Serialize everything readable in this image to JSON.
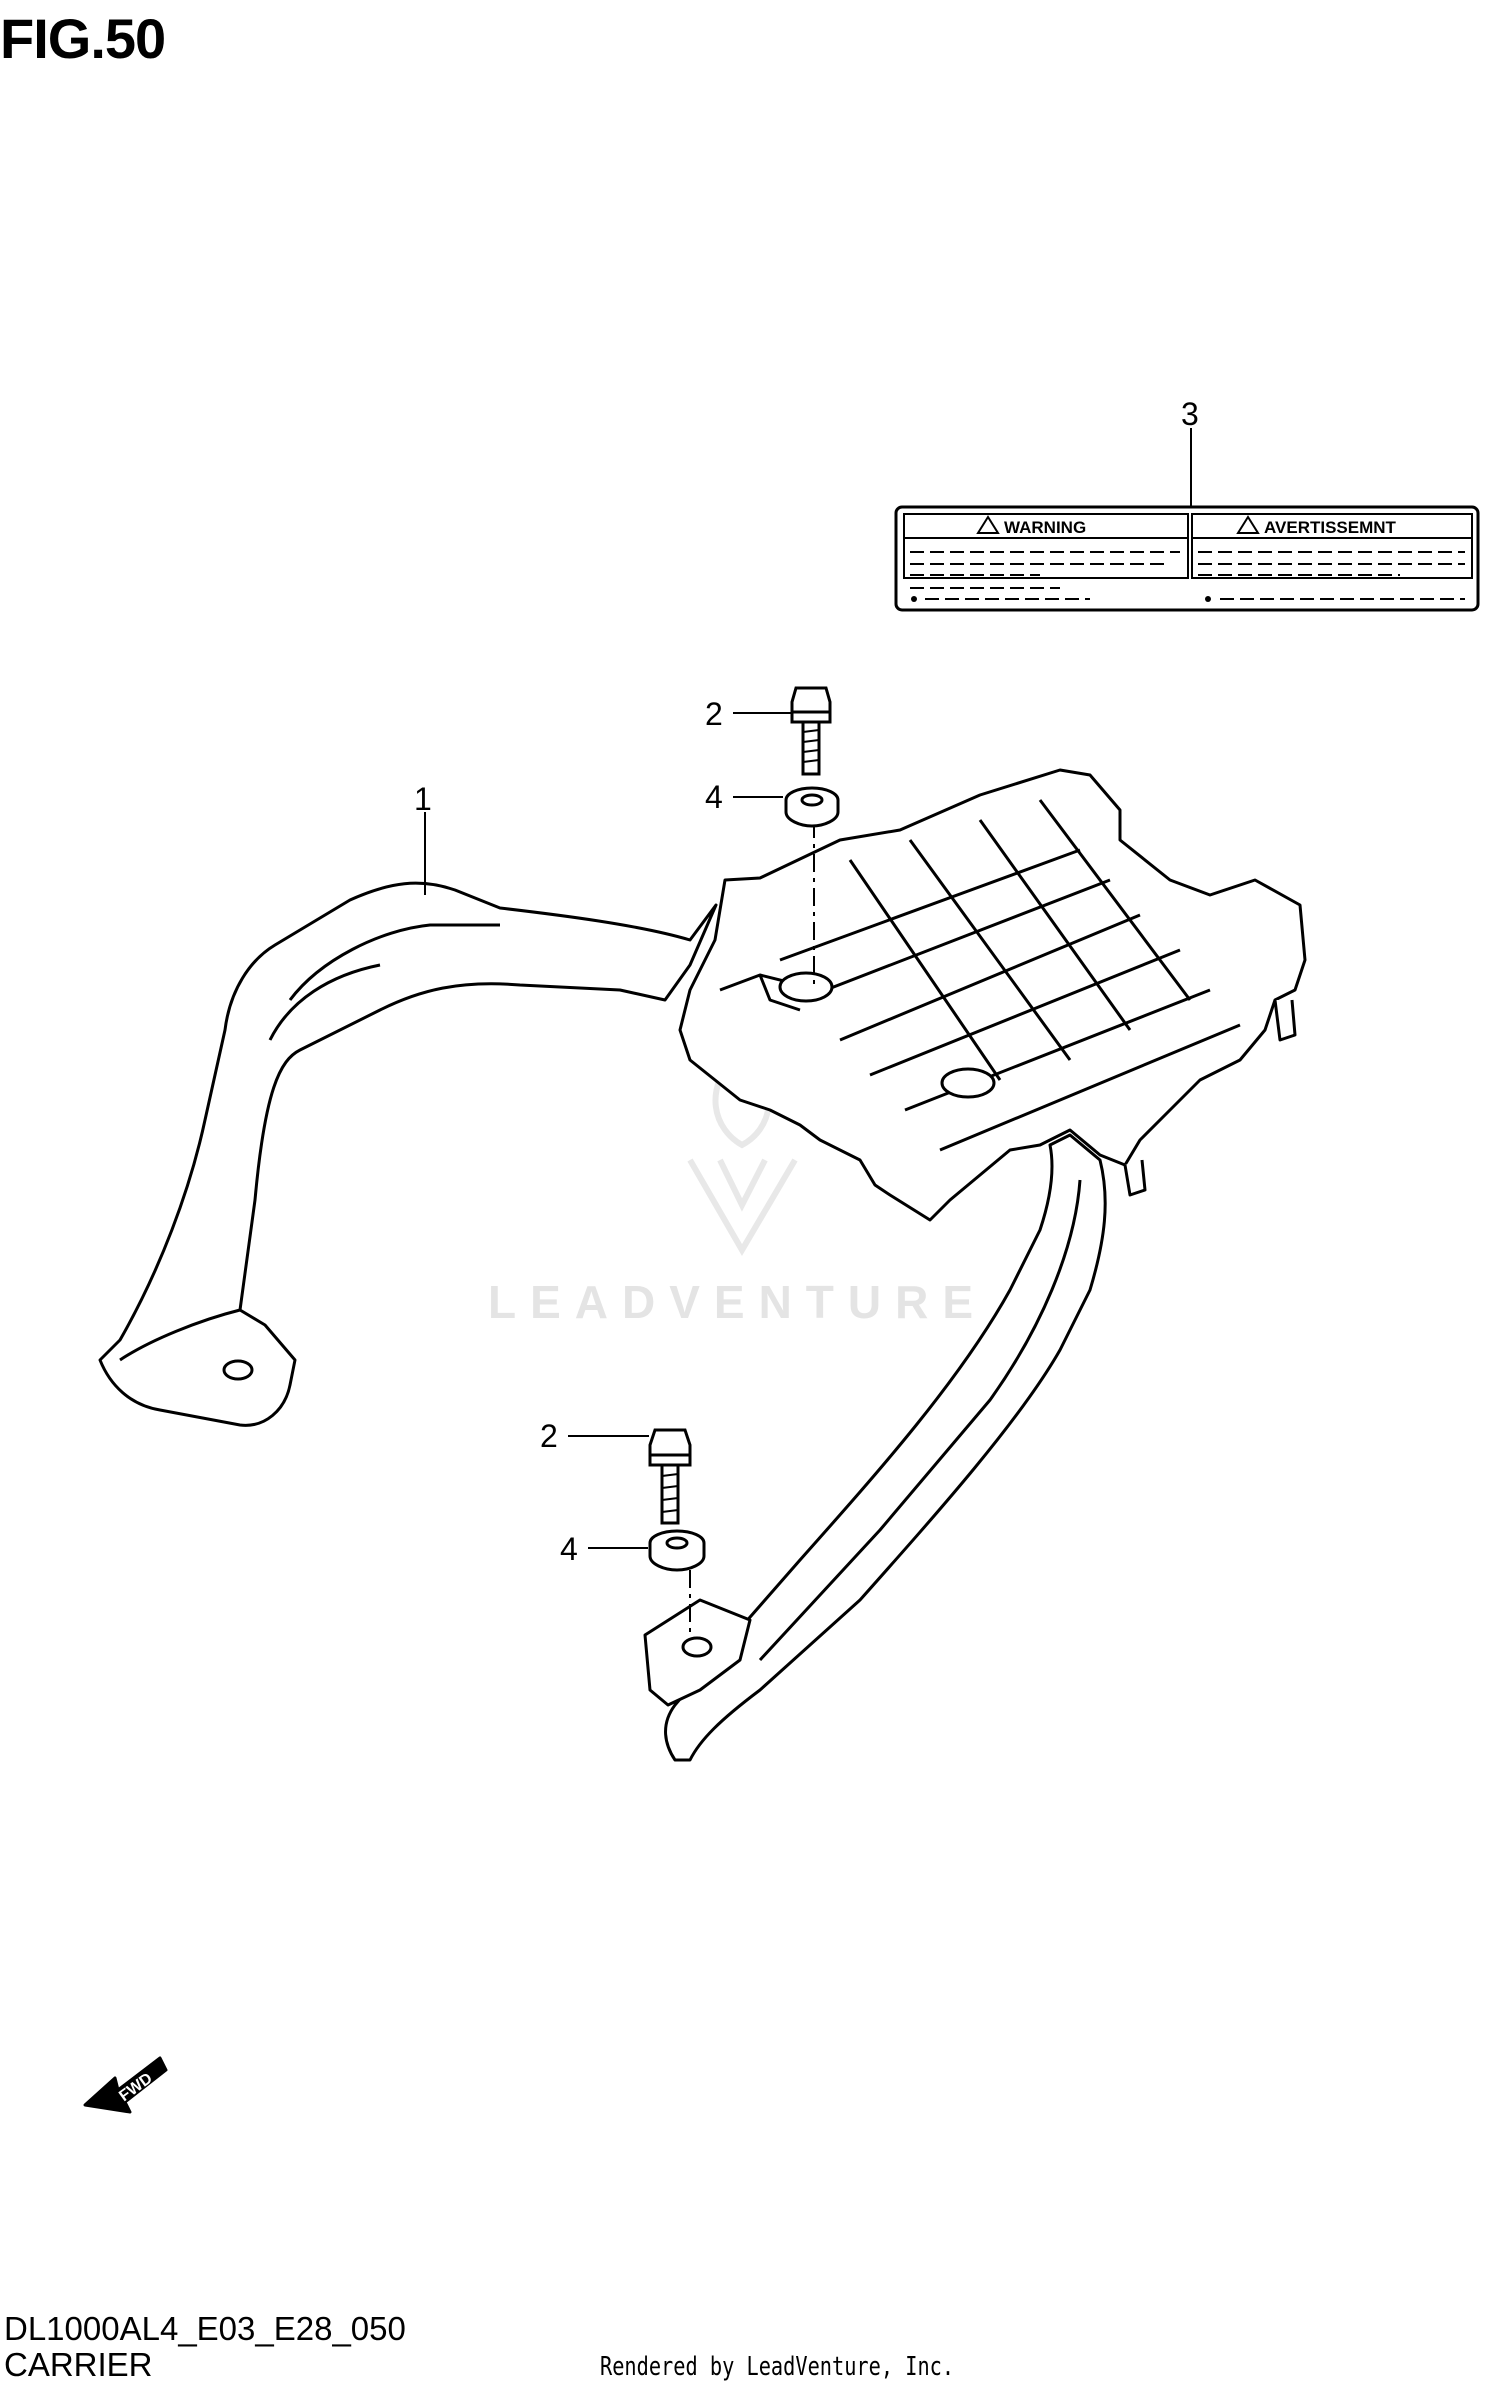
{
  "figure": {
    "title": "FIG.50",
    "code": "DL1000AL4_E03_E28_050",
    "name": "CARRIER"
  },
  "credit": "Rendered by LeadVenture, Inc.",
  "watermark": "LEADVENTURE",
  "callouts": [
    {
      "id": "callout-1",
      "label": "1"
    },
    {
      "id": "callout-2-upper",
      "label": "2"
    },
    {
      "id": "callout-2-lower",
      "label": "2"
    },
    {
      "id": "callout-3",
      "label": "3"
    },
    {
      "id": "callout-4-upper",
      "label": "4"
    },
    {
      "id": "callout-4-lower",
      "label": "4"
    }
  ],
  "label_sticker": {
    "left_heading": "WARNING",
    "right_heading": "AVERTISSEMNT"
  },
  "fwd_arrow": {
    "text": "FWD"
  },
  "colors": {
    "line": "#000000",
    "watermark": "#e6e6e6"
  }
}
